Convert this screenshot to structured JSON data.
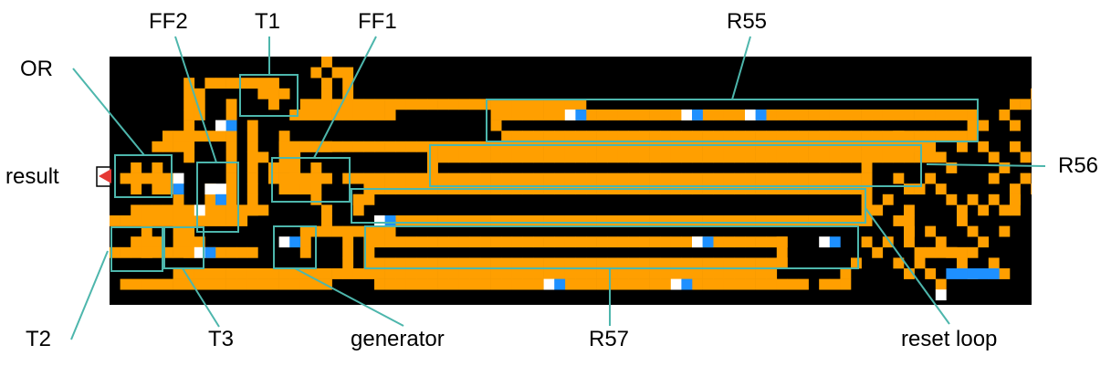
{
  "colors": {
    "background": "#000000",
    "wire": "#ff9f00",
    "signal_head": "#1e90ff",
    "signal_tail": "#ffffff",
    "box": "#4db6ac",
    "leader": "#4db6ac",
    "output_marker": "#e53935"
  },
  "labels": {
    "or": "OR",
    "ff2": "FF2",
    "t1": "T1",
    "ff1": "FF1",
    "r55": "R55",
    "result": "result",
    "r56": "R56",
    "t2": "T2",
    "t3": "T3",
    "generator": "generator",
    "r57": "R57",
    "reset_loop": "reset loop"
  }
}
